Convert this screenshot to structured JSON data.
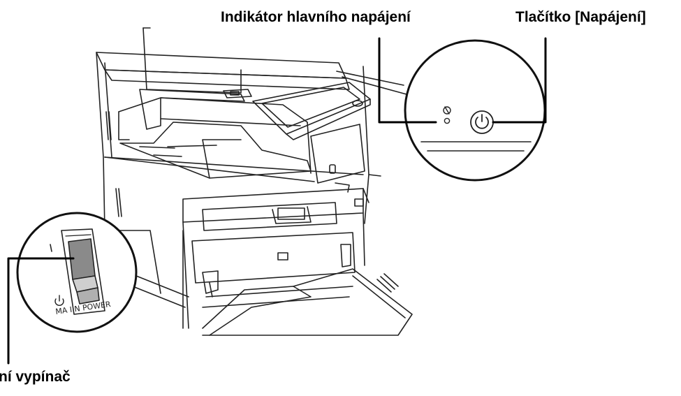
{
  "callouts": {
    "main_power_indicator": "Indikátor hlavního napájení",
    "power_button": "Tlačítko [Napájení]",
    "main_power_switch": "ní vypínač"
  },
  "switch_panel": {
    "caption": "MA I N POWER"
  },
  "icons": {
    "power_button_icon": "power-symbol",
    "indicator_icon": "power-plug-symbol",
    "switch_icon": "power-symbol"
  }
}
